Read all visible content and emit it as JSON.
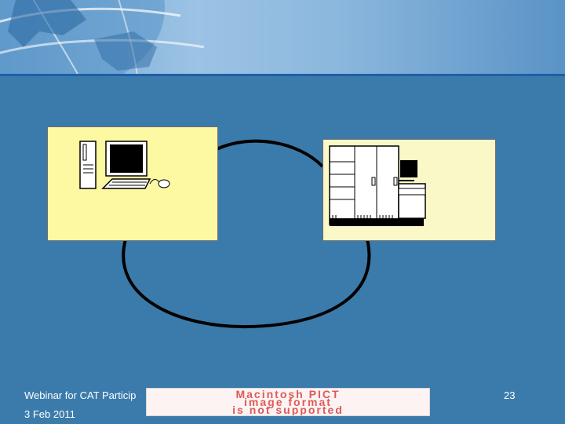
{
  "slide": {
    "footer_title": "Webinar for CAT Particip",
    "date": "3 Feb 2011",
    "page_number": "23",
    "image_placeholder": {
      "line1": "Macintosh PICT",
      "line2": "image format",
      "line3": "is not supported"
    }
  },
  "colors": {
    "background": "#3b7bab",
    "panel_left": "#fdf8a2",
    "panel_right": "#fbf8c8",
    "placeholder_text": "#dd5a5a"
  }
}
